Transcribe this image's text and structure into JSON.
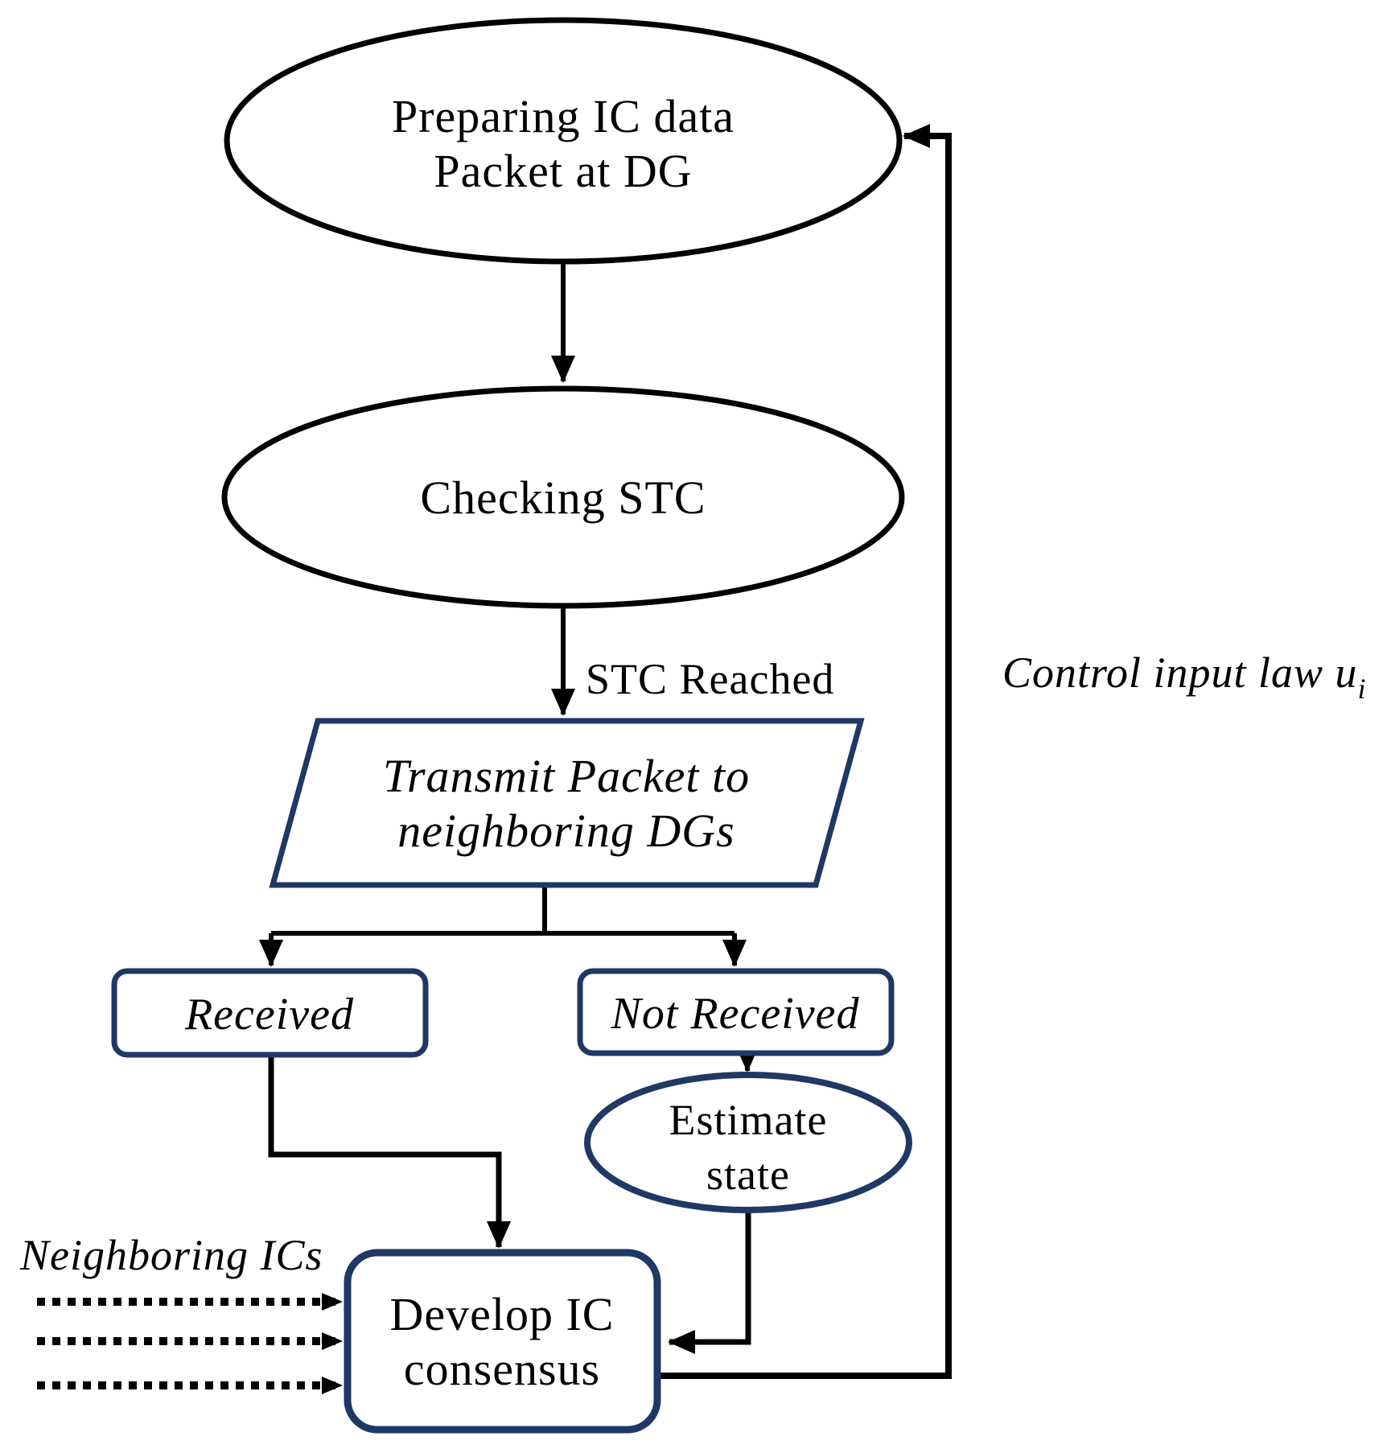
{
  "title": "IC data packet consensus flowchart",
  "colors": {
    "navy": "#1f3864",
    "black": "#000000",
    "background": "#ffffff"
  },
  "nodes": {
    "prepare": {
      "line1": "Preparing IC data",
      "line2": "Packet at DG"
    },
    "checking": {
      "label": "Checking STC"
    },
    "transmit": {
      "line1": "Transmit Packet to",
      "line2": "neighboring DGs"
    },
    "received": {
      "label": "Received"
    },
    "not_received": {
      "label": "Not Received"
    },
    "estimate": {
      "line1": "Estimate",
      "line2": "state"
    },
    "develop": {
      "line1": "Develop IC",
      "line2": "consensus"
    }
  },
  "labels": {
    "stc_reached": "STC Reached",
    "control_input_law": "Control input law u",
    "control_input_subscript": "i",
    "neighboring_ics": "Neighboring ICs"
  }
}
